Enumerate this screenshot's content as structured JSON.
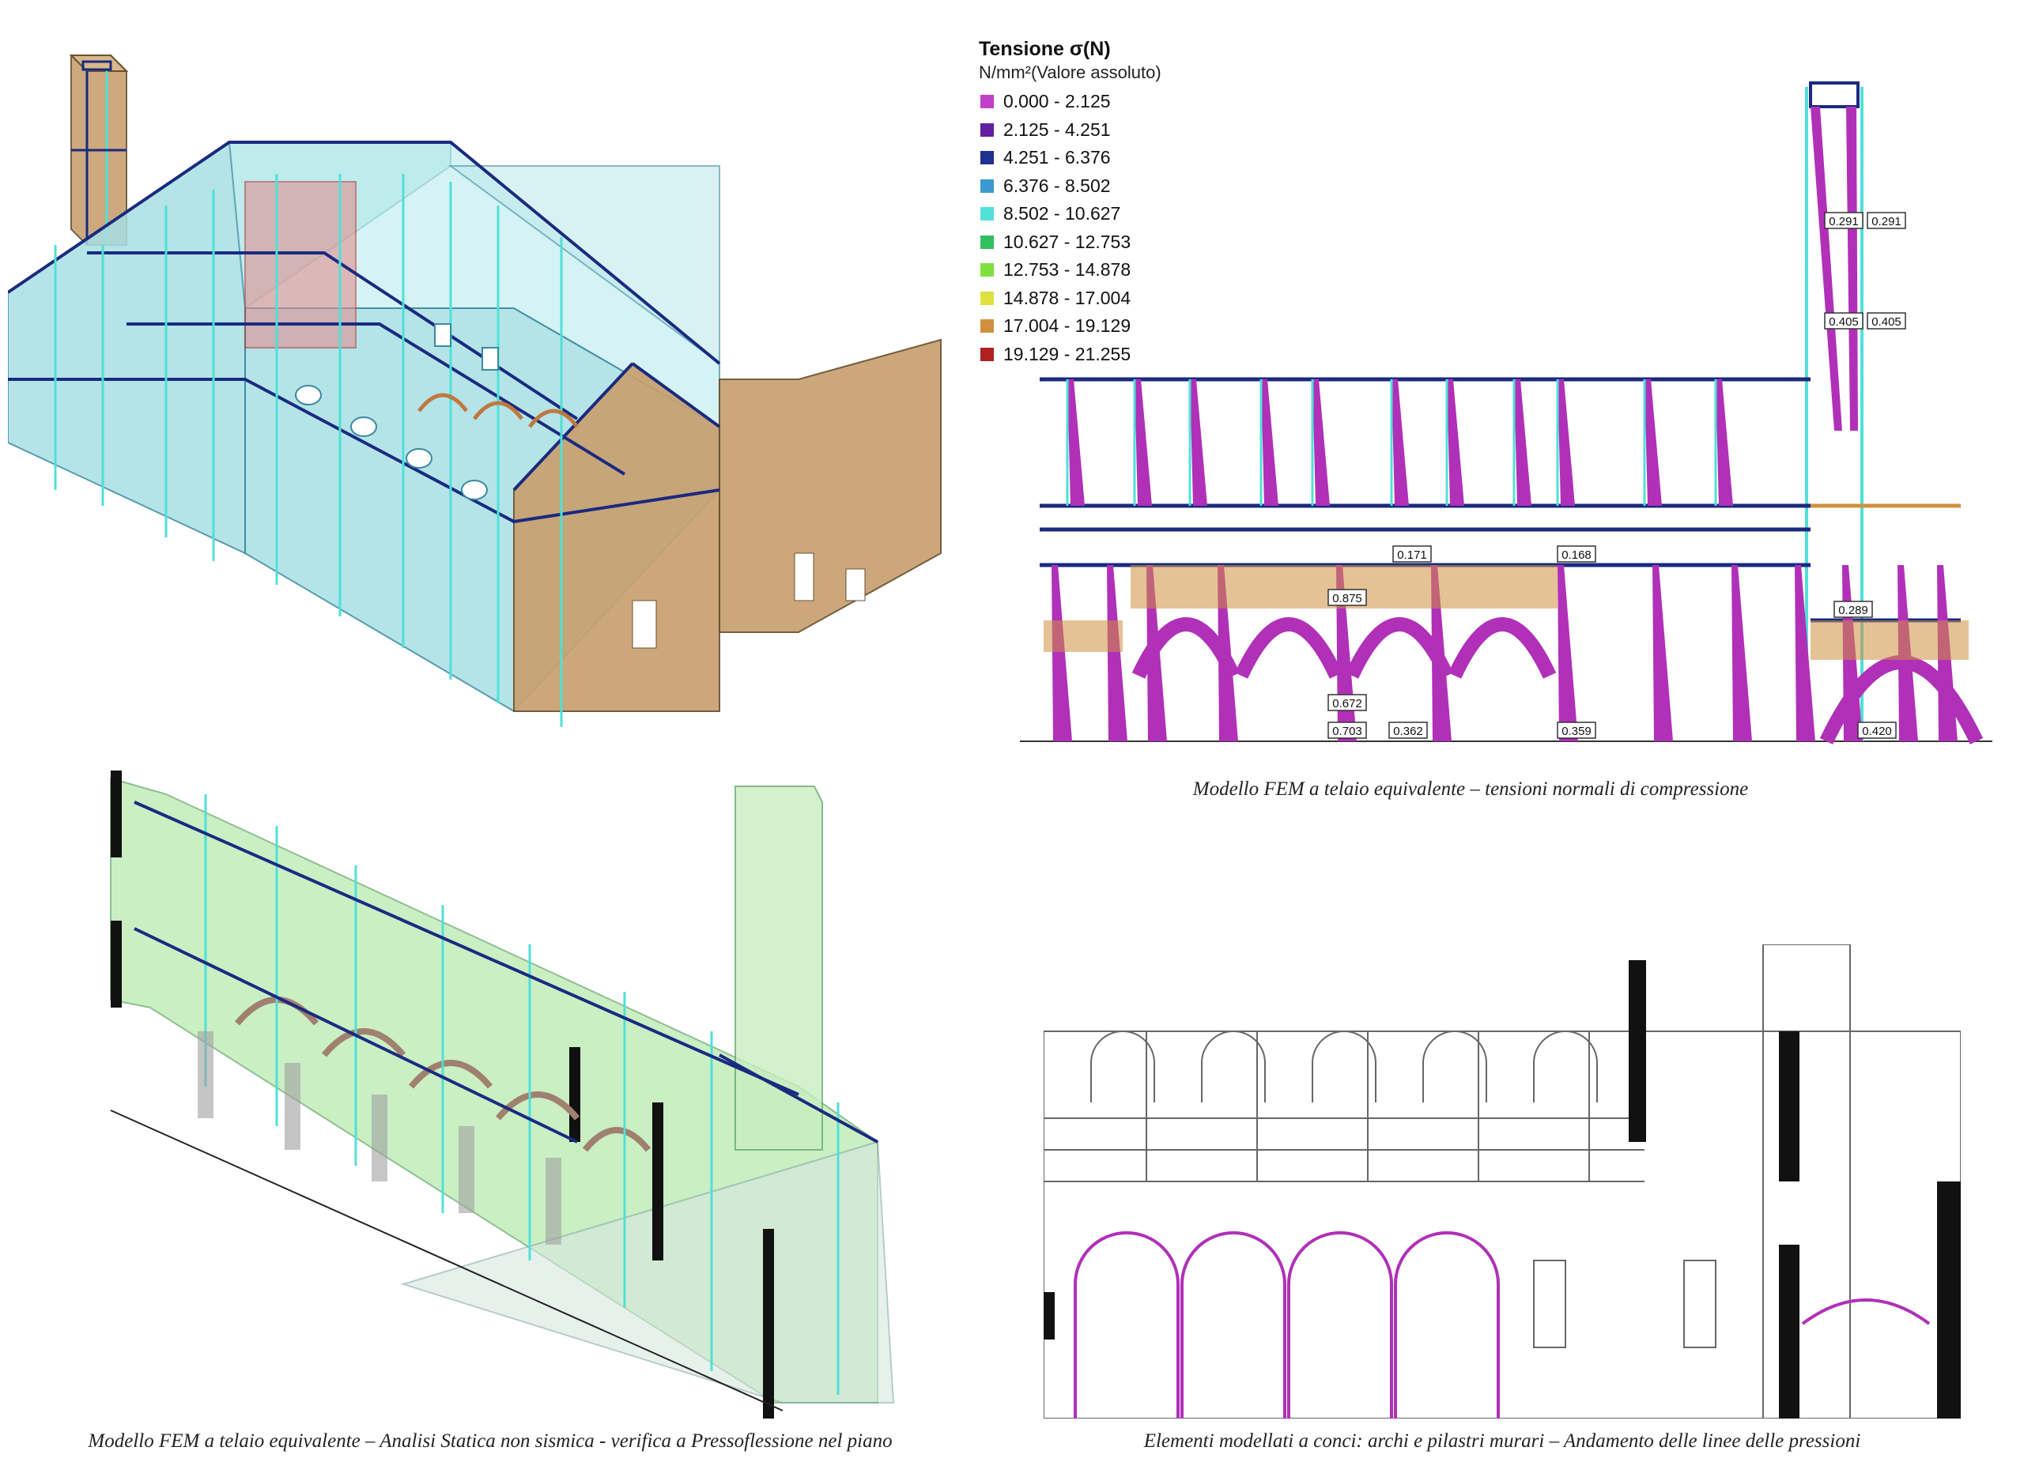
{
  "legend": {
    "title": "Tensione σ(N)",
    "subtitle": "N/mm²(Valore assoluto)",
    "items": [
      {
        "label": "0.000 - 2.125",
        "color": "#c040c8"
      },
      {
        "label": "2.125 - 4.251",
        "color": "#6020a0"
      },
      {
        "label": "4.251 - 6.376",
        "color": "#203090"
      },
      {
        "label": "6.376 - 8.502",
        "color": "#3a9ad0"
      },
      {
        "label": "8.502 - 10.627",
        "color": "#50e0d8"
      },
      {
        "label": "10.627 - 12.753",
        "color": "#30c060"
      },
      {
        "label": "12.753 - 14.878",
        "color": "#80e040"
      },
      {
        "label": "14.878 - 17.004",
        "color": "#e0e040"
      },
      {
        "label": "17.004 - 19.129",
        "color": "#d09040"
      },
      {
        "label": "19.129 - 21.255",
        "color": "#b02020"
      }
    ]
  },
  "elevation_values": [
    "0.291",
    "0.291",
    "0.405",
    "0.405",
    "0.171",
    "0.168",
    "0.875",
    "0.289",
    "0.672",
    "0.703",
    "0.362",
    "0.359",
    "0.420"
  ],
  "captions": {
    "top_right": "Modello FEM a telaio equivalente – tensioni normali di compressione",
    "bottom_left": "Modello FEM a telaio equivalente – Analisi Statica non sismica - verifica a Pressoflessione nel piano",
    "bottom_right": "Elementi modellati a conci: archi e pilastri murari – Andamento delle linee delle pressioni"
  },
  "colors": {
    "masonry_blue": "#a8e0e4",
    "masonry_tan": "#c8a070",
    "stress_magenta": "#b030b8",
    "frame_navy": "#1a2a80",
    "green_model": "#b8eab0"
  }
}
